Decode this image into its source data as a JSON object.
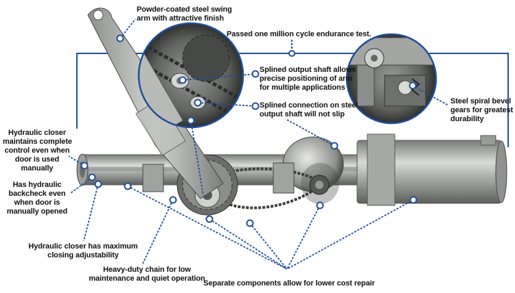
{
  "figure": {
    "accent_color": "#1f4e9a",
    "metal_color": "#b7b9b6",
    "callouts": {
      "swing_arm": [
        "Powder-coated steel swing",
        "arm with attractive finish"
      ],
      "endurance": [
        "Passed one million cycle endurance test."
      ],
      "splined_output": [
        "Splined output shaft allows",
        "precise positioning of arm",
        "for multiple applications"
      ],
      "splined_connection": [
        "Splined connection on steel",
        "output shaft will not slip"
      ],
      "bevel_gears": [
        "Steel spiral bevel",
        "gears for greatest",
        "durability"
      ],
      "hydraulic_control": [
        "Hydraulic closer",
        "maintains complete",
        "control even when",
        "door is used",
        "manually"
      ],
      "backcheck": [
        "Has hydraulic",
        "backcheck even",
        "when door is",
        "manually opened"
      ],
      "adjustability": [
        "Hydraulic closer has maximum",
        "closing adjustability"
      ],
      "chain": [
        "Heavy-duty chain for low",
        "maintenance and quiet operation"
      ],
      "separate_components": [
        "Separate components allow for lower cost repair"
      ]
    }
  }
}
